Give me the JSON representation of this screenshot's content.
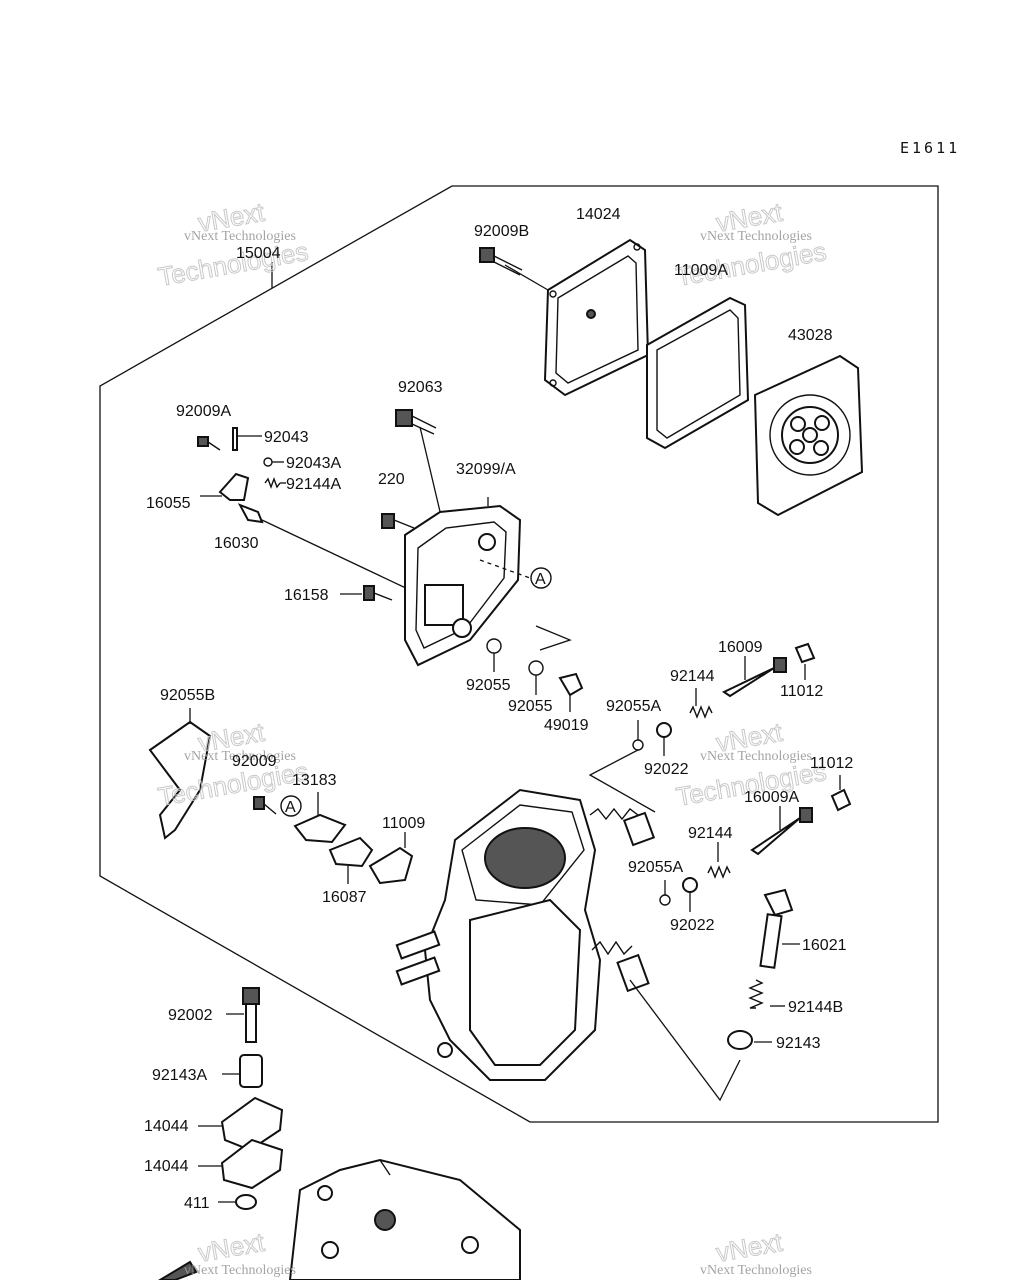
{
  "diagram_code": "E1611",
  "watermark": {
    "line1": "vNext Technologies",
    "line2": "vNext",
    "line3": "Technologies"
  },
  "callout_marker": "A",
  "part_labels": {
    "p15004": "15004",
    "p92009B": "92009B",
    "p14024": "14024",
    "p11009A": "11009A",
    "p43028": "43028",
    "p92063": "92063",
    "p92009A": "92009A",
    "p92043": "92043",
    "p92043A": "92043A",
    "p92144A": "92144A",
    "p16055": "16055",
    "p16030": "16030",
    "p220": "220",
    "p32099A": "32099/A",
    "p16158": "16158",
    "p92055_1": "92055",
    "p92055_2": "92055",
    "p49019": "49019",
    "p16009": "16009",
    "p92144_1": "92144",
    "p11012_1": "11012",
    "p92055A_1": "92055A",
    "p92022_1": "92022",
    "p92055B": "92055B",
    "p92009": "92009",
    "p13183": "13183",
    "p11009": "11009",
    "p16087": "16087",
    "p11012_2": "11012",
    "p16009A": "16009A",
    "p92144_2": "92144",
    "p92055A_2": "92055A",
    "p92022_2": "92022",
    "p16021": "16021",
    "p92144B": "92144B",
    "p92143": "92143",
    "p92002": "92002",
    "p92143A": "92143A",
    "p14044_1": "14044",
    "p14044_2": "14044",
    "p411": "411"
  }
}
